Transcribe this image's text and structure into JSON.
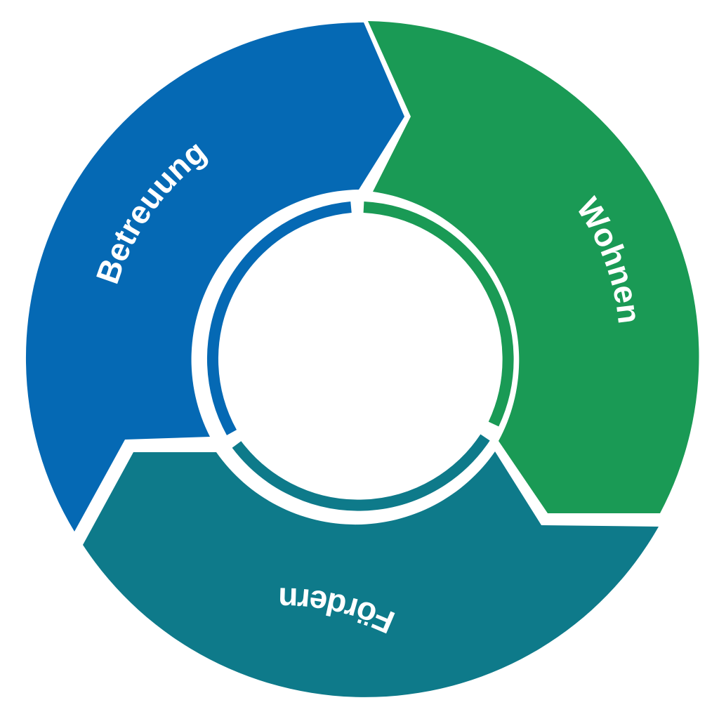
{
  "diagram": {
    "segments": [
      {
        "id": "betreuung",
        "label": "Betreuung",
        "color": "#0569B4"
      },
      {
        "id": "wohnen",
        "label": "Wohnen",
        "color": "#1A9A55"
      },
      {
        "id": "foerdern",
        "label": "Fördern",
        "color": "#0E7A8A"
      }
    ]
  }
}
